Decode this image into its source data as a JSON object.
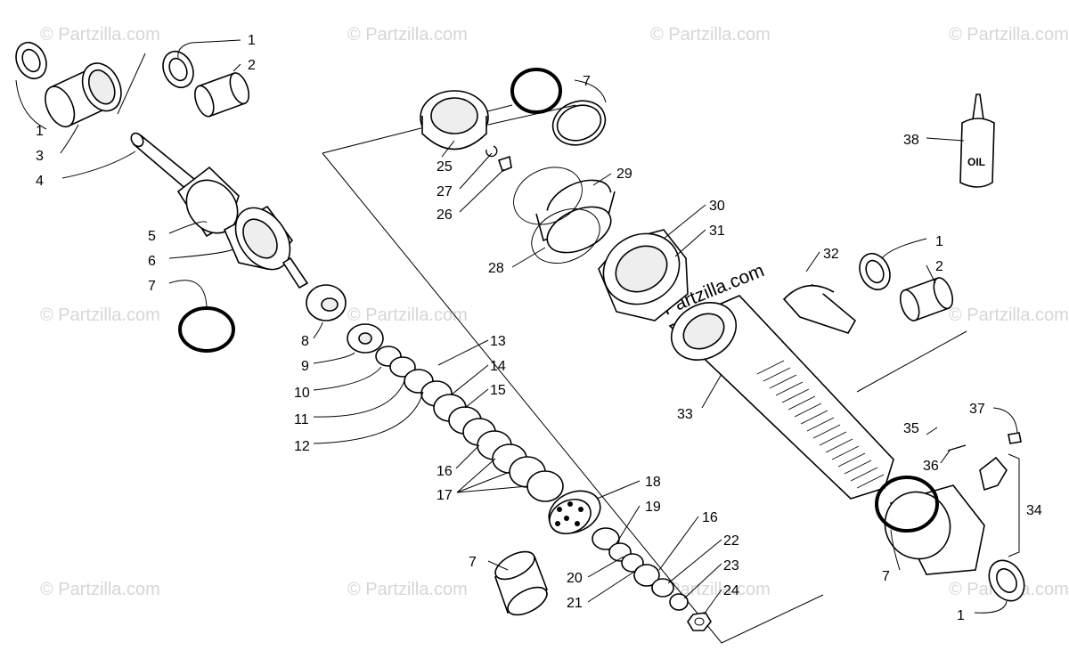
{
  "watermark": {
    "text": "© Partzilla.com",
    "center_text": "© Partzilla.com"
  },
  "oil_label": "OIL",
  "callouts": [
    {
      "id": "c1a",
      "text": "1"
    },
    {
      "id": "c2a",
      "text": "2"
    },
    {
      "id": "c1b",
      "text": "1"
    },
    {
      "id": "c3",
      "text": "3"
    },
    {
      "id": "c4",
      "text": "4"
    },
    {
      "id": "c5",
      "text": "5"
    },
    {
      "id": "c6",
      "text": "6"
    },
    {
      "id": "c7a",
      "text": "7"
    },
    {
      "id": "c8",
      "text": "8"
    },
    {
      "id": "c9",
      "text": "9"
    },
    {
      "id": "c10",
      "text": "10"
    },
    {
      "id": "c11",
      "text": "11"
    },
    {
      "id": "c12",
      "text": "12"
    },
    {
      "id": "c13",
      "text": "13"
    },
    {
      "id": "c14",
      "text": "14"
    },
    {
      "id": "c15",
      "text": "15"
    },
    {
      "id": "c16a",
      "text": "16"
    },
    {
      "id": "c17",
      "text": "17"
    },
    {
      "id": "c18",
      "text": "18"
    },
    {
      "id": "c19",
      "text": "19"
    },
    {
      "id": "c16b",
      "text": "16"
    },
    {
      "id": "c22",
      "text": "22"
    },
    {
      "id": "c7b",
      "text": "7"
    },
    {
      "id": "c20",
      "text": "20"
    },
    {
      "id": "c23",
      "text": "23"
    },
    {
      "id": "c21",
      "text": "21"
    },
    {
      "id": "c24",
      "text": "24"
    },
    {
      "id": "c7c",
      "text": "7"
    },
    {
      "id": "c25",
      "text": "25"
    },
    {
      "id": "c27",
      "text": "27"
    },
    {
      "id": "c26",
      "text": "26"
    },
    {
      "id": "c29",
      "text": "29"
    },
    {
      "id": "c28",
      "text": "28"
    },
    {
      "id": "c30",
      "text": "30"
    },
    {
      "id": "c31",
      "text": "31"
    },
    {
      "id": "c32",
      "text": "32"
    },
    {
      "id": "c1c",
      "text": "1"
    },
    {
      "id": "c2b",
      "text": "2"
    },
    {
      "id": "c33",
      "text": "33"
    },
    {
      "id": "c38",
      "text": "38"
    },
    {
      "id": "c37",
      "text": "37"
    },
    {
      "id": "c35",
      "text": "35"
    },
    {
      "id": "c36",
      "text": "36"
    },
    {
      "id": "c34",
      "text": "34"
    },
    {
      "id": "c7d",
      "text": "7"
    },
    {
      "id": "c1d",
      "text": "1"
    }
  ]
}
